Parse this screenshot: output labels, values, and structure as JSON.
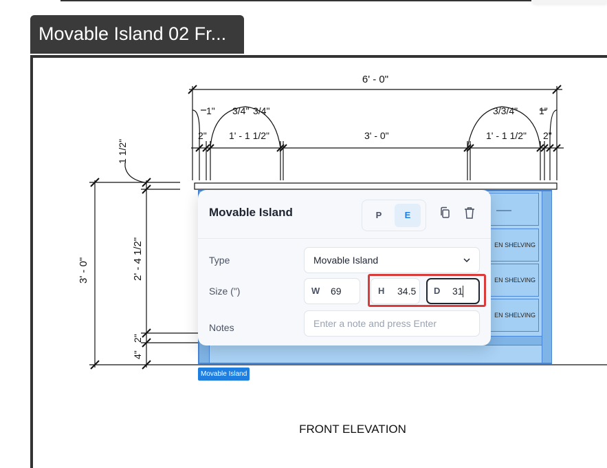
{
  "document": {
    "tab_title": "Movable Island 02 Fr..."
  },
  "drawing": {
    "dimensions": {
      "overall_width": "6' - 0\"",
      "d1": "1\"",
      "d2": "3/4\"",
      "d3": "3/4\"",
      "d4": "3/3/4\"",
      "d5": "1\"",
      "d6": "2\"",
      "d7": "1' - 1 1/2\"",
      "d8": "3' - 0\"",
      "d9": "1' - 1 1/2\"",
      "d10": "2\"",
      "top_thickness": "1 1/2\"",
      "overall_height": "3' - 0\"",
      "body_height": "2' - 4 1/2\"",
      "base_2": "2\"",
      "base_4": "4\""
    },
    "drawer_labels": [
      "EN SHELVING",
      "EN SHELVING",
      "EN SHELVING"
    ],
    "caption": "FRONT ELEVATION",
    "selection_tag": "Movable Island"
  },
  "panel": {
    "title": "Movable Island",
    "mode_buttons": {
      "p": "P",
      "e": "E",
      "active": "E"
    },
    "icons": {
      "duplicate": "copy-icon",
      "delete": "trash-icon",
      "dropdown": "chevron-down-icon"
    },
    "type_label": "Type",
    "type_value": "Movable Island",
    "size_label": "Size (\")",
    "size": {
      "w_prefix": "W",
      "w_value": "69",
      "h_prefix": "H",
      "h_value": "34.5",
      "d_prefix": "D",
      "d_value": "31"
    },
    "notes_label": "Notes",
    "notes_placeholder": "Enter a note and press Enter"
  },
  "colors": {
    "accent": "#1f7fe0",
    "highlight": "#d93b3b",
    "cabinet": "#a9d2f5",
    "tab": "#3a3a3a"
  }
}
